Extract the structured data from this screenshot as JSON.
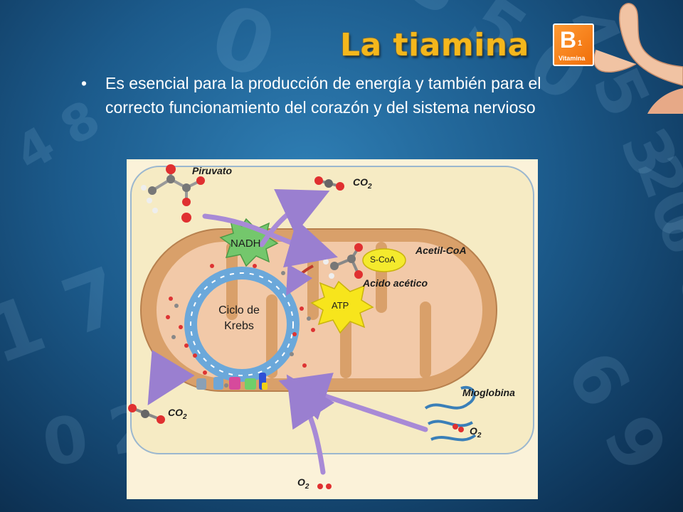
{
  "slide": {
    "title": "La tiamina",
    "badge": {
      "letter": "B",
      "subscript": "1",
      "caption": "Vitamina"
    },
    "bullets": [
      {
        "mark": "•",
        "text": "Es esencial para la producción de energía y también para el correcto funcionamiento del corazón y del sistema nervioso"
      }
    ]
  },
  "figure": {
    "labels": {
      "piruvato": "Piruvato",
      "co2": "CO",
      "two": "2",
      "o2": "O",
      "acetil_coa": "Acetil-CoA",
      "acido_acetico": "Acido acético",
      "mioglobina": "Mioglobina",
      "nadh": "NADH",
      "atp": "ATP",
      "scoa": "S-CoA",
      "ciclo": "Ciclo de Krebs"
    }
  },
  "colors": {
    "title": "#f4b71c",
    "badge": "#f47a15",
    "mito_outer": "#d9a06a",
    "mito_inner": "#f2c9a8",
    "arrow": "#a88ad6",
    "nadh_star": "#74c76c",
    "atp_star": "#f7e51c",
    "scoa_oval": "#f4ea2d",
    "krebs_ring": "#6ba8da"
  }
}
